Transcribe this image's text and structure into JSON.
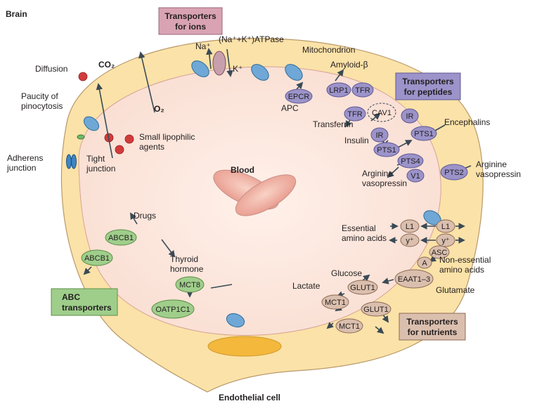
{
  "labels": {
    "brain": "Brain",
    "blood": "Blood",
    "endothelial_cell": "Endothelial cell",
    "co2": "CO₂",
    "o2": "O₂",
    "diffusion": "Diffusion",
    "paucity_line1": "Paucity of",
    "paucity_line2": "pinocytosis",
    "small_lipophilic_line1": "Small lipophilic",
    "small_lipophilic_line2": "agents",
    "adherens_line1": "Adherens",
    "adherens_line2": "junction",
    "tight_line1": "Tight",
    "tight_line2": "junction",
    "na": "Na⁺",
    "k": "K⁺",
    "atpase": "(Na⁺+K⁺)ATPase",
    "mitochondrion": "Mitochondrion",
    "amyloid_beta": "Amyloid-β",
    "apc": "APC",
    "transferrin": "Transferrin",
    "insulin": "Insulin",
    "encephalins": "Encephalins",
    "arginine_vasopressin_in_line1": "Arginine",
    "arginine_vasopressin_in_line2": "vasopressin",
    "arginine_vasopressin_out_line1": "Arginine",
    "arginine_vasopressin_out_line2": "vasopressin",
    "drugs": "Drugs",
    "thyroid_line1": "Thyroid",
    "thyroid_line2": "hormone",
    "essential_line1": "Essential",
    "essential_line2": "amino acids",
    "nonessential_line1": "Non-essential",
    "nonessential_line2": "amino acids",
    "glucose": "Glucose",
    "lactate": "Lactate",
    "glutamate": "Glutamate"
  },
  "boxes": {
    "ions_line1": "Transporters",
    "ions_line2": "for ions",
    "peptides_line1": "Transporters",
    "peptides_line2": "for peptides",
    "abc_line1": "ABC",
    "abc_line2": "transporters",
    "nutrients_line1": "Transporters",
    "nutrients_line2": "for nutrients"
  },
  "transporters": {
    "epcr": "EPCR",
    "lrp1": "LRP1",
    "tfr_top": "TFR",
    "tfr_bottom": "TFR",
    "cav1": "CAV1",
    "ir_top": "IR",
    "ir_bottom": "IR",
    "pts1_top": "PTS1",
    "pts1_bottom": "PTS1",
    "pts4": "PTS4",
    "v1": "V1",
    "pts2": "PTS2",
    "abcb1_inner": "ABCB1",
    "abcb1_outer": "ABCB1",
    "mct8": "MCT8",
    "oatp1c1": "OATP1C1",
    "l1_inner": "L1",
    "l1_outer": "L1",
    "yplus_inner": "y⁺",
    "yplus_outer": "y⁺",
    "asc": "ASC",
    "a": "A",
    "eaat": "EAAT1–3",
    "glut1_inner": "GLUT1",
    "glut1_outer": "GLUT1",
    "mct1_inner": "MCT1",
    "mct1_outer": "MCT1"
  },
  "colors": {
    "cell": "#fbe2a8",
    "cell_edge": "#b8996a",
    "blood": "#fde9e0",
    "blood_edge": "#c98f86",
    "peptide_transporter": "#9b93c9",
    "abc_transporter": "#9fce8b",
    "nutrient_transporter": "#dbbfae",
    "ion_box": "#d9a3b4",
    "peptide_box": "#9b93c9",
    "abc_box": "#9fce8b",
    "nutrient_box": "#dbbfae",
    "mitochondrion": "#6fa8d6",
    "lipophilic": "#d23b3b",
    "nucleus": "#f3b83c"
  }
}
